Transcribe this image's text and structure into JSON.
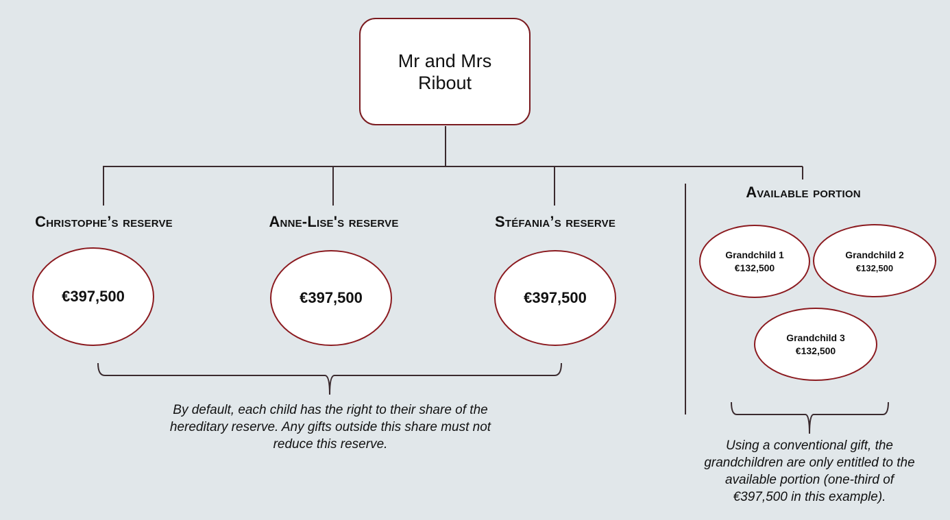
{
  "root": {
    "label": "Mr and Mrs Ribout"
  },
  "reserves": [
    {
      "heading": "Christophe’s reserve",
      "amount": "€397,500"
    },
    {
      "heading": "Anne-Lise's reserve",
      "amount": "€397,500"
    },
    {
      "heading": "Stéfania’s reserve",
      "amount": "€397,500"
    }
  ],
  "available_portion": {
    "heading": "Available portion",
    "grandchildren": [
      {
        "name": "Grandchild 1",
        "amount": "€132,500"
      },
      {
        "name": "Grandchild 2",
        "amount": "€132,500"
      },
      {
        "name": "Grandchild 3",
        "amount": "€132,500"
      }
    ]
  },
  "notes": {
    "reserve_note": "By default, each child has the right to their share of the hereditary reserve. Any gifts outside this share must not reduce this reserve.",
    "available_note": "Using a conventional gift, the grandchildren are only entitled to the available portion (one-third of €397,500 in this example)."
  },
  "colors": {
    "background": "#e1e7ea",
    "accent_border": "#8b1a1f",
    "connector": "#3a2a2e"
  }
}
